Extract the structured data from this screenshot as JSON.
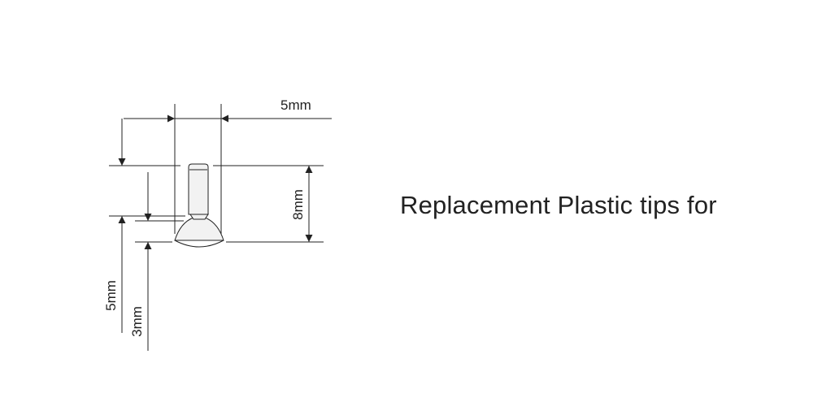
{
  "headline": "Replacement Plastic tips for",
  "dimensions": {
    "tip_width": "5mm",
    "tip_height": "8mm",
    "overall_offset": "5mm",
    "stem_offset": "3mm"
  },
  "colors": {
    "line": "#222222",
    "tip_fill": "#f2f2f2",
    "text": "#222222"
  }
}
